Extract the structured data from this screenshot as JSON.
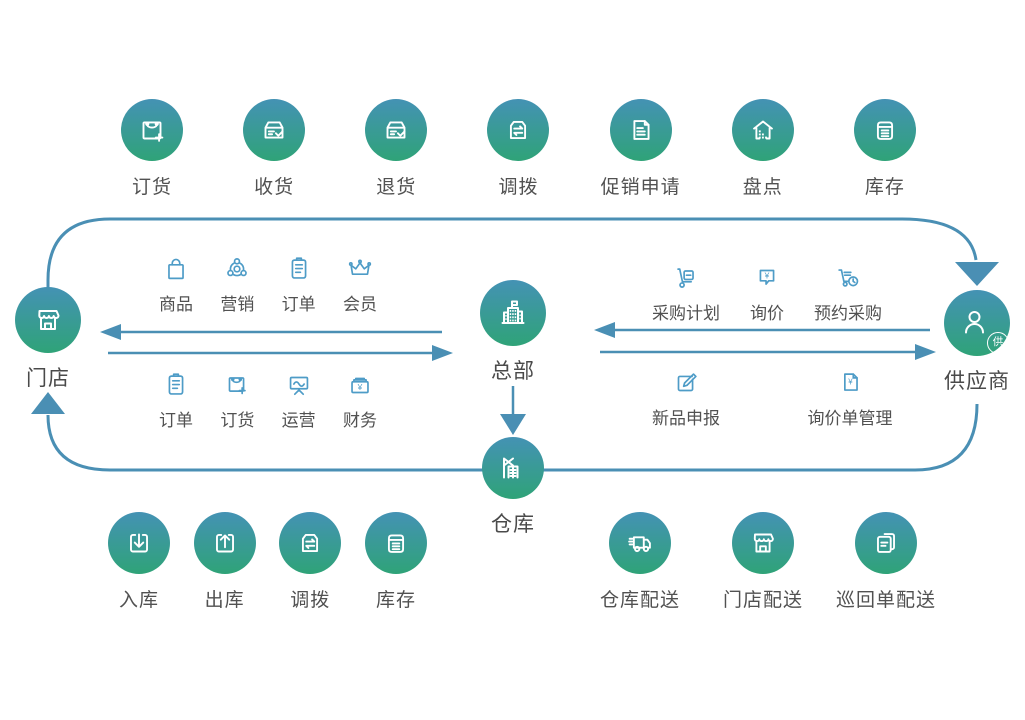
{
  "colors": {
    "gradient_top": "#4492b4",
    "gradient_bottom": "#2fa378",
    "connector": "#4a8fb4",
    "small_icon": "#4e9cc7",
    "label": "#515151"
  },
  "top_row": [
    {
      "label": "订货",
      "icon": "order-bag-plus-icon"
    },
    {
      "label": "收货",
      "icon": "receive-box-check-icon"
    },
    {
      "label": "退货",
      "icon": "return-box-check-icon"
    },
    {
      "label": "调拨",
      "icon": "transfer-box-swap-icon"
    },
    {
      "label": "促销申请",
      "icon": "promotion-document-icon"
    },
    {
      "label": "盘点",
      "icon": "stocktake-house-icon"
    },
    {
      "label": "库存",
      "icon": "inventory-box-icon"
    }
  ],
  "nodes": {
    "store": {
      "label": "门店",
      "icon": "storefront-icon"
    },
    "headquarters": {
      "label": "总部",
      "icon": "headquarters-building-icon"
    },
    "supplier": {
      "label": "供应商",
      "icon": "supplier-person-icon",
      "badge": "供"
    },
    "warehouse": {
      "label": "仓库",
      "icon": "warehouse-house-icon"
    }
  },
  "store_hq_functions_row1": [
    {
      "label": "商品",
      "icon": "product-bag-icon"
    },
    {
      "label": "营销",
      "icon": "marketing-network-icon"
    },
    {
      "label": "订单",
      "icon": "order-clipboard-icon"
    },
    {
      "label": "会员",
      "icon": "member-crown-icon"
    }
  ],
  "store_hq_functions_row2": [
    {
      "label": "订单",
      "icon": "order-clipboard-icon"
    },
    {
      "label": "订货",
      "icon": "order-bag-plus-small-icon"
    },
    {
      "label": "运营",
      "icon": "operations-chart-icon"
    },
    {
      "label": "财务",
      "icon": "finance-cashbox-icon"
    }
  ],
  "hq_supplier_functions_row1": [
    {
      "label": "采购计划",
      "icon": "purchase-plan-dolly-icon"
    },
    {
      "label": "询价",
      "icon": "inquiry-bubble-icon"
    },
    {
      "label": "预约采购",
      "icon": "reserve-purchase-cart-icon"
    }
  ],
  "hq_supplier_functions_row2": [
    {
      "label": "新品申报",
      "icon": "new-product-edit-icon"
    },
    {
      "label": "询价单管理",
      "icon": "inquiry-doc-icon"
    }
  ],
  "bottom_left_row": [
    {
      "label": "入库",
      "icon": "inbound-arrow-icon"
    },
    {
      "label": "出库",
      "icon": "outbound-arrow-icon"
    },
    {
      "label": "调拨",
      "icon": "transfer-box-swap-icon"
    },
    {
      "label": "库存",
      "icon": "inventory-box-icon"
    }
  ],
  "bottom_right_row": [
    {
      "label": "仓库配送",
      "icon": "warehouse-delivery-truck-icon"
    },
    {
      "label": "门店配送",
      "icon": "store-delivery-icon"
    },
    {
      "label": "巡回单配送",
      "icon": "round-delivery-docs-icon"
    }
  ]
}
